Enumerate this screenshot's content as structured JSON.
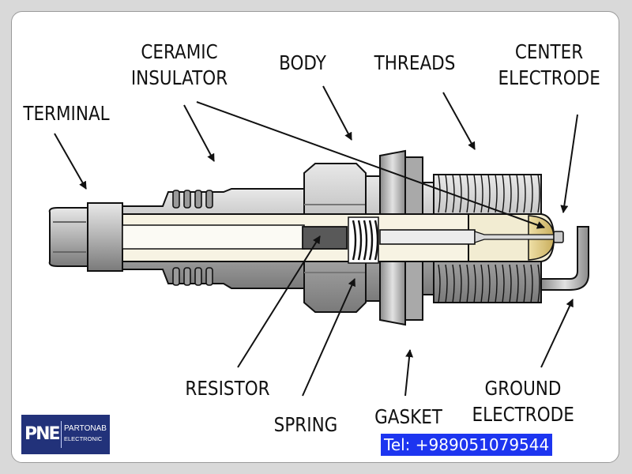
{
  "labels": {
    "ceramic_insulator": [
      "CERAMIC",
      "INSULATOR"
    ],
    "body": "BODY",
    "threads": "THREADS",
    "center_electrode": [
      "CENTER",
      "ELECTRODE"
    ],
    "terminal": "TERMINAL",
    "resistor": "RESISTOR",
    "spring": "SPRING",
    "gasket": "GASKET",
    "ground_electrode": [
      "GROUND",
      "ELECTRODE"
    ]
  },
  "logo": {
    "mark": "PNE",
    "name": "PARTONAB",
    "sub": "ELECTRONIC"
  },
  "contact": {
    "tel": "Tel: +989051079544"
  },
  "colors": {
    "background": "#ffffff",
    "metal": "#b3b3b3",
    "insulator": "#f7f3e3",
    "outline": "#111111",
    "tel_bg": "#1d35f0",
    "logo_bg": "#22327a"
  }
}
